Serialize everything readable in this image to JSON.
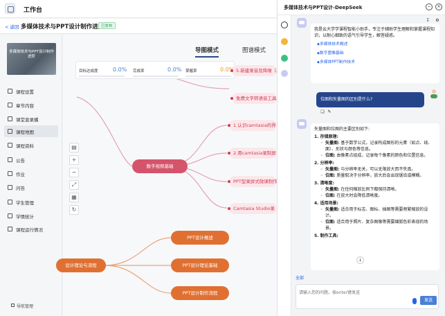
{
  "app": {
    "title": "工作台"
  },
  "breadcrumb": {
    "back": "< 返回",
    "course_title": "多媒体技术与PPT设计制作进阶",
    "status_badge": "已发布"
  },
  "sidebar": {
    "cover_text": "多媒体技术与PPT设计制作进阶",
    "items": [
      {
        "label": "课程设置",
        "icon": "settings-icon"
      },
      {
        "label": "章节内容",
        "icon": "list-icon"
      },
      {
        "label": "课堂直录播",
        "icon": "video-icon"
      },
      {
        "label": "课程地图",
        "icon": "map-icon",
        "active": true
      },
      {
        "label": "课程资料",
        "icon": "folder-icon"
      },
      {
        "label": "公告",
        "icon": "announcement-icon"
      },
      {
        "label": "作业",
        "icon": "homework-icon"
      },
      {
        "label": "问答",
        "icon": "qa-icon"
      },
      {
        "label": "学生管理",
        "icon": "students-icon"
      },
      {
        "label": "学情统计",
        "icon": "stats-icon"
      },
      {
        "label": "课程运行情况",
        "icon": "run-status-icon"
      }
    ],
    "footer": "导航管理"
  },
  "map": {
    "tabs": [
      {
        "label": "导图模式",
        "active": true
      },
      {
        "label": "图谱模式",
        "active": false
      }
    ],
    "stats": [
      {
        "label": "目标达成度",
        "value": "0.0%"
      },
      {
        "label": "完成率",
        "value": "0.0%"
      },
      {
        "label": "掌握率",
        "value": "0.0%"
      }
    ],
    "nodes": {
      "digital_video": "数字视频基础",
      "ppt_theory": "设计理论与流程",
      "leaves_top": [
        "5.新建录音及降噪（A",
        "免费文字转语音工具"
      ],
      "leaves_mid": [
        "1.认识camtasia的界",
        "2.用camtasia录制屏",
        "PPT型录屏式微课制作",
        "Camtasia Studio录"
      ],
      "leaves_bottom": [
        "PPT设计概述",
        "PPT设计理论基础",
        "PPT设计制作流程"
      ]
    }
  },
  "chat": {
    "title": "多媒体技术与PPT设计-DeepSeek",
    "greeting": "我是云大学学课程智能小助手，专注于辅助学生理解和掌握课程知识，以耐心细致的语气引导学生，解答疑惑。",
    "suggestions": [
      "多媒体技术概述",
      "数字图像基础",
      "多媒体PPT制作技术"
    ],
    "user_question": "位图和矢量图的区别是什么?",
    "answer_intro": "矢量图和位图的主要区别如下:",
    "answer": [
      {
        "head": "1. 存储原理:",
        "subs": [
          {
            "term": "矢量图:",
            "text": "基于数学公式，记录构成图形的元素（如点、线、面）、形状与颜色等信息。"
          },
          {
            "term": "位图:",
            "text": "由像素点组成，记录每个像素的颜色和位置信息。"
          }
        ]
      },
      {
        "head": "2. 分辨率:",
        "subs": [
          {
            "term": "矢量图:",
            "text": "与分辨率无关，可以无限放大而不失真。"
          },
          {
            "term": "位图:",
            "text": "质量取决于分辨率，放大后会出现锯齿或模糊。"
          }
        ]
      },
      {
        "head": "3. 清晰度:",
        "subs": [
          {
            "term": "矢量图:",
            "text": "在任何缩放比例下都保持清晰。"
          },
          {
            "term": "位图:",
            "text": "在放大时会降低清晰度。"
          }
        ]
      },
      {
        "head": "4. 适用场景:",
        "subs": [
          {
            "term": "矢量图:",
            "text": "适合用于标志、图标、插图等需要频繁缩放的设计。"
          },
          {
            "term": "位图:",
            "text": "适合用于照片、复杂图像等需要细腻色彩表现的场景。"
          }
        ]
      },
      {
        "head": "5. 制作工具:",
        "subs": []
      }
    ],
    "all_label": "全部",
    "input_placeholder": "请输入您的问题，按enter键发送",
    "send_label": "发送"
  }
}
